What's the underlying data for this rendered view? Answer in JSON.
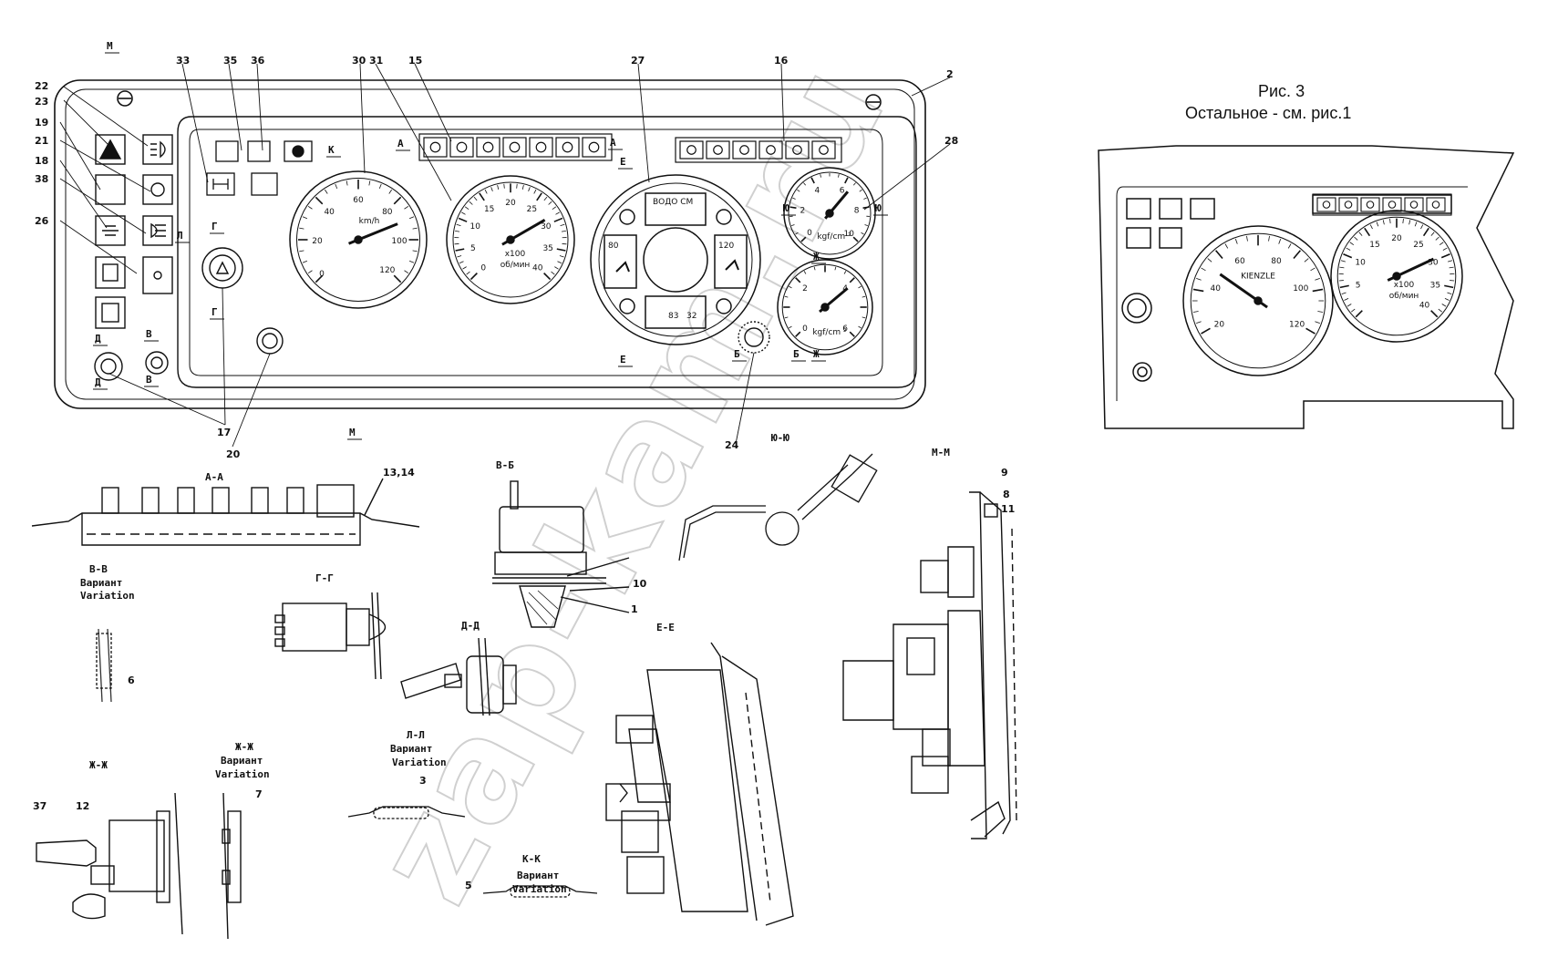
{
  "figure": {
    "title": "Рис. 3",
    "subtitle": "Остальное - см. рис.1",
    "watermark": "zap-kam.ru"
  },
  "callouts": [
    "22",
    "23",
    "19",
    "21",
    "18",
    "38",
    "26",
    "33",
    "35",
    "36",
    "30",
    "31",
    "15",
    "27",
    "16",
    "2",
    "28",
    "17",
    "20",
    "24",
    "13,14",
    "9",
    "8",
    "11",
    "10",
    "1",
    "6",
    "7",
    "3",
    "5",
    "37",
    "12"
  ],
  "section_marks": [
    "М",
    "М",
    "А",
    "А",
    "Е",
    "Е",
    "Ю",
    "Ю",
    "Ж",
    "Ж",
    "Г",
    "Г",
    "Д",
    "Д",
    "В",
    "В",
    "Б",
    "Б",
    "Л",
    "К"
  ],
  "section_views": {
    "aa": "А-А",
    "vb": "В-Б",
    "vv": "В-В",
    "gg": "Г-Г",
    "dd": "Д-Д",
    "ee": "Е-Е",
    "yuyu": "Ю-Ю",
    "mm": "М-М",
    "zhzh1": "Ж-Ж",
    "zhzh2": "Ж-Ж",
    "ll": "Л-Л",
    "kk": "К-К"
  },
  "variant_label": "Вариант",
  "variation_label": "Variation",
  "gauges": {
    "speedometer": {
      "unit": "km/h",
      "ticks": [
        "20",
        "40",
        "60",
        "80",
        "100",
        "120"
      ],
      "zero": "0"
    },
    "tachometer": {
      "unit": "x100",
      "unit2": "об/мин",
      "ticks": [
        "0",
        "5",
        "10",
        "15",
        "20",
        "25",
        "30",
        "35",
        "40"
      ]
    },
    "combination": {
      "top": "ВОДО СМ",
      "bottom": "32",
      "values": [
        "80",
        "120",
        "83"
      ]
    },
    "pressure_top": {
      "unit": "kgf/cm ²",
      "ticks": [
        "2",
        "4",
        "6",
        "8",
        "10"
      ],
      "zero": "0"
    },
    "pressure_bottom": {
      "unit": "kgf/cm ²",
      "ticks": [
        "2",
        "4",
        "6"
      ],
      "zero": "0"
    },
    "variant_speedo": {
      "brand": "KIENZLE",
      "ticks": [
        "20",
        "40",
        "60",
        "80",
        "100",
        "120"
      ]
    },
    "variant_tacho": {
      "unit": "x100",
      "unit2": "об/мин",
      "ticks": [
        "5",
        "10",
        "15",
        "20",
        "25",
        "30",
        "35",
        "40"
      ]
    }
  },
  "colors": {
    "line": "#111111",
    "light": "#888888",
    "watermark": "#d0d0d0"
  }
}
